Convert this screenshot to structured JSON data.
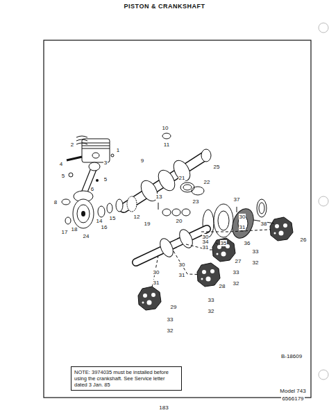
{
  "diagram": {
    "title": "PISTON & CRANKSHAFT",
    "nodes": [
      {
        "text": [
          "NOTE: 3974035 must be installed before using the crankshaft. See Service letter dated 3 Jan. 85"
        ]
      }
    ],
    "labels": [
      "2",
      "1",
      "4",
      "3",
      "5",
      "5",
      "6",
      "8",
      "14",
      "15",
      "16",
      "12",
      "19",
      "13",
      "9",
      "10",
      "11",
      "25",
      "21",
      "22",
      "23",
      "20",
      "17",
      "18",
      "24",
      "37",
      "38",
      "36",
      "35",
      "34",
      "26",
      "30",
      "31",
      "33",
      "32",
      "27",
      "30",
      "31",
      "33",
      "32",
      "28",
      "30",
      "31",
      "33",
      "32",
      "29",
      "30",
      "31",
      "33",
      "32",
      "B-18609",
      "183",
      "Model 743",
      "6566179"
    ]
  }
}
